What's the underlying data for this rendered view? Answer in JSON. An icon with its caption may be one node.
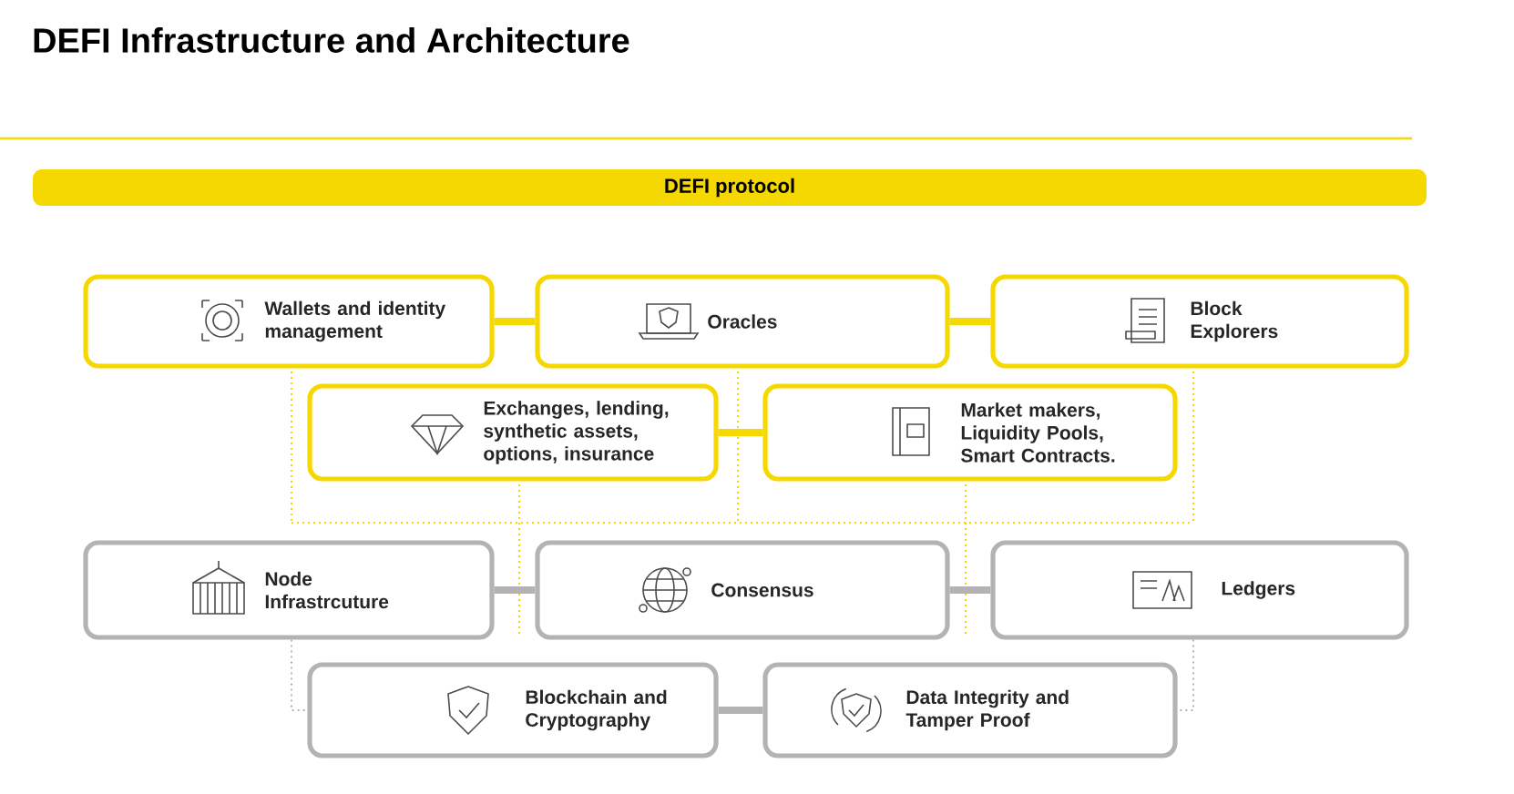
{
  "diagram": {
    "title": "DEFI Infrastructure and Architecture",
    "nodes": [
      {
        "text": [
          "DEFI protocol"
        ]
      },
      {
        "text": [
          "Wallets and identity management"
        ]
      },
      {
        "text": [
          "Oracles"
        ]
      },
      {
        "text": [
          "Block Explorers"
        ]
      },
      {
        "text": [
          "Exchanges, lending, synthetic assets, options, insurance"
        ]
      },
      {
        "text": [
          "Market makers, Liquidity Pools, Smart Contracts."
        ]
      },
      {
        "text": [
          "Node Infrastrcuture"
        ]
      },
      {
        "text": [
          "Consensus"
        ]
      },
      {
        "text": [
          "Ledgers"
        ]
      },
      {
        "text": [
          "Blockchain and Cryptography"
        ]
      },
      {
        "text": [
          "Data Integrity and Tamper Proof"
        ]
      }
    ],
    "edges": [
      {
        "from": 1,
        "to": 2,
        "arrow": "none",
        "color": "#f5d800"
      },
      {
        "from": 2,
        "to": 3,
        "arrow": "none",
        "color": "#f5d800"
      },
      {
        "from": 4,
        "to": 5,
        "arrow": "none",
        "color": "#f5d800"
      },
      {
        "from": 6,
        "to": 7,
        "arrow": "none"
      },
      {
        "from": 7,
        "to": 8,
        "arrow": "none"
      },
      {
        "from": 9,
        "to": 10,
        "arrow": "none"
      },
      {
        "from": 6,
        "to": 9,
        "arrow": "none",
        "style": "dashed"
      },
      {
        "from": 8,
        "to": 10,
        "arrow": "none",
        "style": "dashed"
      }
    ]
  }
}
